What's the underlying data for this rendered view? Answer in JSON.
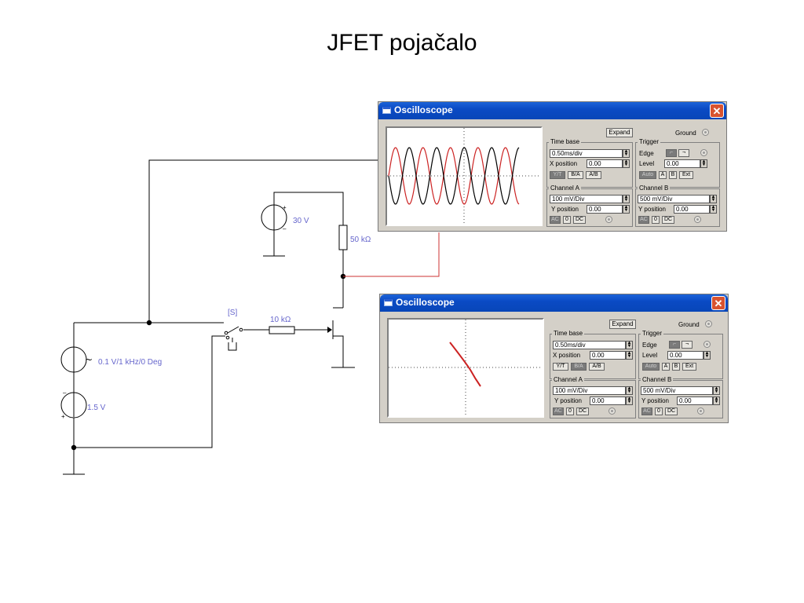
{
  "slide": {
    "title": "JFET pojačalo"
  },
  "circuit": {
    "labels": {
      "supply_voltage": "30 V",
      "drain_resistor": "50 kΩ",
      "switch": "[S]",
      "gate_resistor": "10 kΩ",
      "ac_source": "0.1 V/1 kHz/0 Deg",
      "bias_source": "1.5 V"
    },
    "colors": {
      "wire": "#000000",
      "probe_wire": "#cc3333",
      "label": "#6666cc"
    }
  },
  "oscilloscopes": [
    {
      "title": "Oscilloscope",
      "close_glyph": "✕",
      "expand_label": "Expand",
      "ground_label": "Ground",
      "time_base": {
        "legend": "Time base",
        "value": "0.50ms/div",
        "x_position_label": "X position",
        "x_position": "0.00",
        "modes": [
          "Y/T",
          "B/A",
          "A/B"
        ],
        "active_mode": "Y/T"
      },
      "trigger": {
        "legend": "Trigger",
        "edge_label": "Edge",
        "level_label": "Level",
        "level": "0.00",
        "buttons": [
          "Auto",
          "A",
          "B",
          "Ext"
        ]
      },
      "channel_a": {
        "legend": "Channel A",
        "value": "100 mV/Div",
        "y_position_label": "Y position",
        "y_position": "0.00",
        "coupling": [
          "AC",
          "0",
          "DC"
        ]
      },
      "channel_b": {
        "legend": "Channel B",
        "value": "500 mV/Div",
        "y_position_label": "Y position",
        "y_position": "0.00",
        "coupling": [
          "AC",
          "0",
          "DC"
        ]
      },
      "trace_colors": {
        "channel_a": "#000000",
        "channel_b": "#cc2222"
      }
    },
    {
      "title": "Oscilloscope",
      "close_glyph": "✕",
      "expand_label": "Expand",
      "ground_label": "Ground",
      "time_base": {
        "legend": "Time base",
        "value": "0.50ms/div",
        "x_position_label": "X position",
        "x_position": "0.00",
        "modes": [
          "Y/T",
          "B/A",
          "A/B"
        ],
        "active_mode": "B/A"
      },
      "trigger": {
        "legend": "Trigger",
        "edge_label": "Edge",
        "level_label": "Level",
        "level": "0.00",
        "buttons": [
          "Auto",
          "A",
          "B",
          "Ext"
        ]
      },
      "channel_a": {
        "legend": "Channel A",
        "value": "100 mV/Div",
        "y_position_label": "Y position",
        "y_position": "0.00",
        "coupling": [
          "AC",
          "0",
          "DC"
        ]
      },
      "channel_b": {
        "legend": "Channel B",
        "value": "500 mV/Div",
        "y_position_label": "Y position",
        "y_position": "0.00",
        "coupling": [
          "AC",
          "0",
          "DC"
        ]
      },
      "trace_colors": {
        "channel_a": "#000000",
        "channel_b": "#cc2222"
      }
    }
  ]
}
